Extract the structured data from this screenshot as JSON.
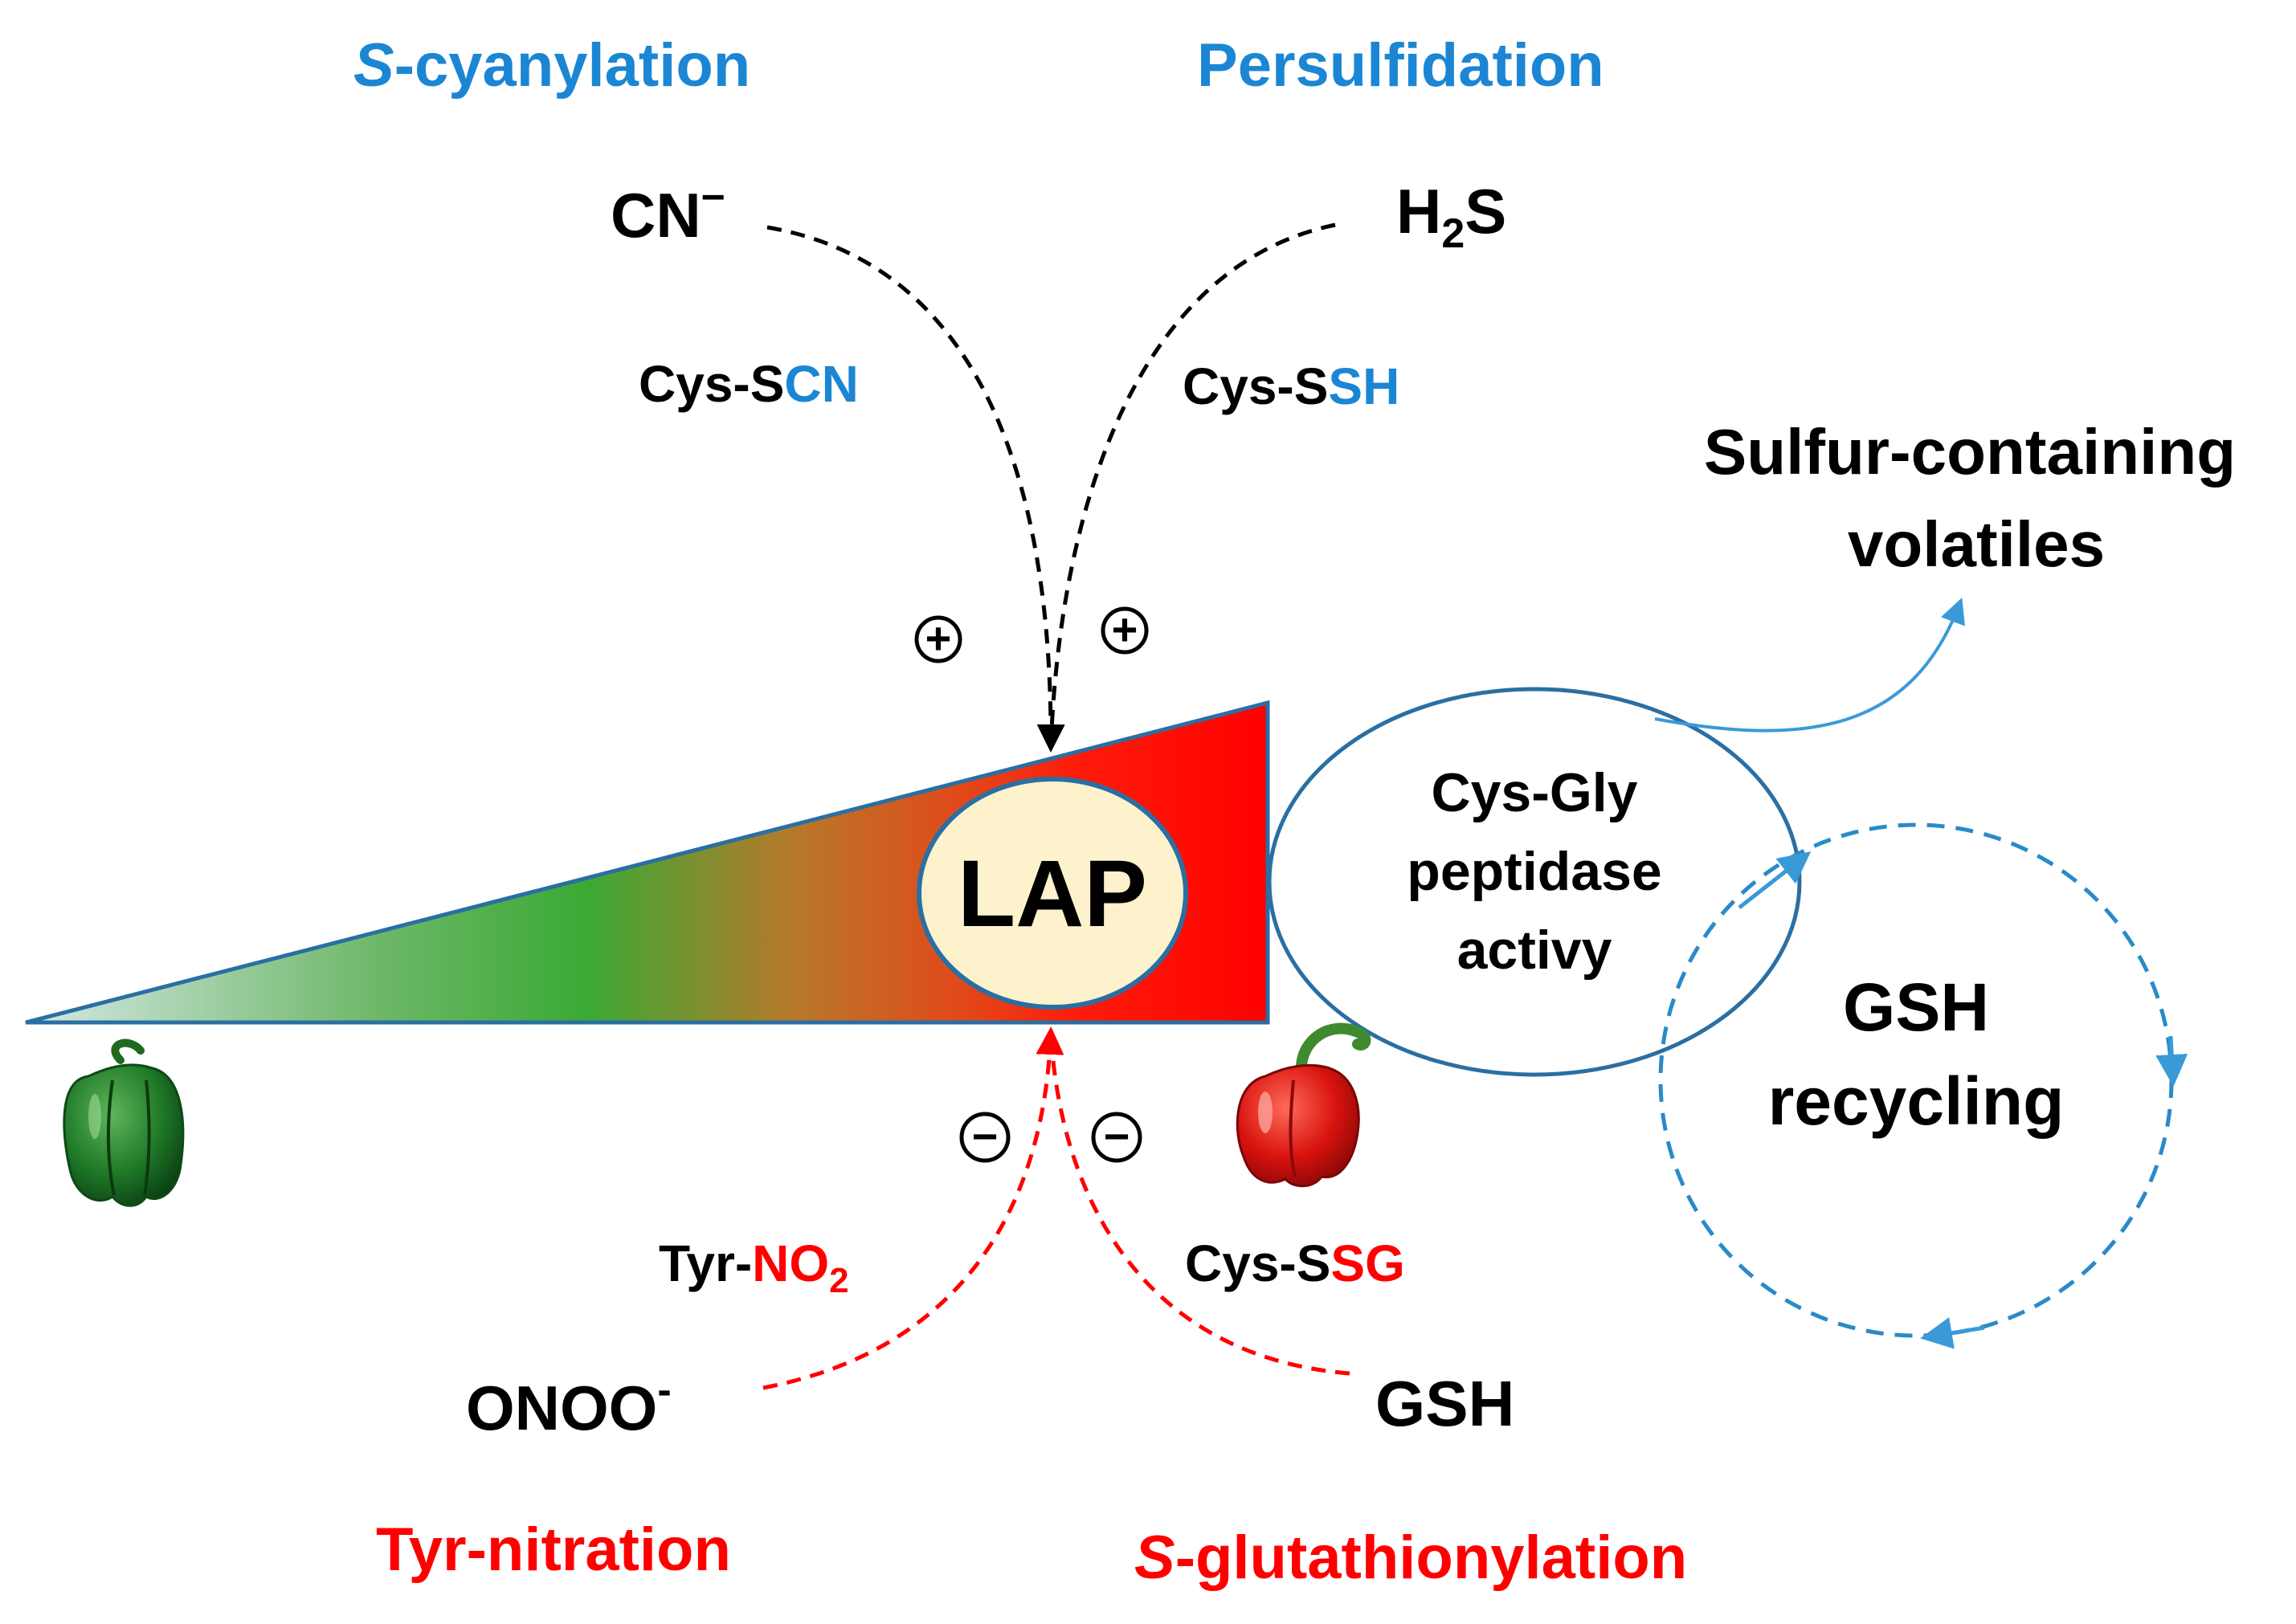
{
  "colors": {
    "blue": "#1b86d4",
    "red": "#ff0000",
    "black": "#000000",
    "outline_blue": "#2a6fa3",
    "lap_fill": "#fdf2cc",
    "cycle_blue": "#2a8ac8"
  },
  "top": {
    "s_cyanylation": {
      "italic": "S",
      "rest": "-cyanylation"
    },
    "persulfidation": "Persulfidation"
  },
  "reactants": {
    "cn": {
      "base": "CN",
      "sup": "−"
    },
    "h2s": {
      "a": "H",
      "sub": "2",
      "b": "S"
    },
    "onoo": {
      "base": "ONOO",
      "sup": "-"
    },
    "gsh": "GSH"
  },
  "modifications": {
    "cys_scn": {
      "black": "Cys-S",
      "colored": "CN"
    },
    "cys_ssh": {
      "black": "Cys-S",
      "colored": "SH"
    },
    "tyr_no2": {
      "black": "Tyr-",
      "colored": "NO",
      "sub": "2"
    },
    "cys_ssg": {
      "black": "Cys-S",
      "colored": "SG"
    }
  },
  "signs": {
    "positive": "+",
    "negative": "−"
  },
  "lap": "LAP",
  "peptidase": {
    "line1": "Cys-Gly",
    "line2": "peptidase",
    "line3": "activy"
  },
  "volatiles": {
    "line1": "Sulfur-containing",
    "line2": "volatiles"
  },
  "gsh_recycling": {
    "line1": "GSH",
    "line2": "recycling"
  },
  "bottom": {
    "tyr_nitration": "Tyr-nitration",
    "s_glutathionylation": {
      "italic": "S",
      "rest": "-glutathionylation"
    }
  },
  "icons": [
    "green-pepper-icon",
    "red-pepper-icon"
  ]
}
